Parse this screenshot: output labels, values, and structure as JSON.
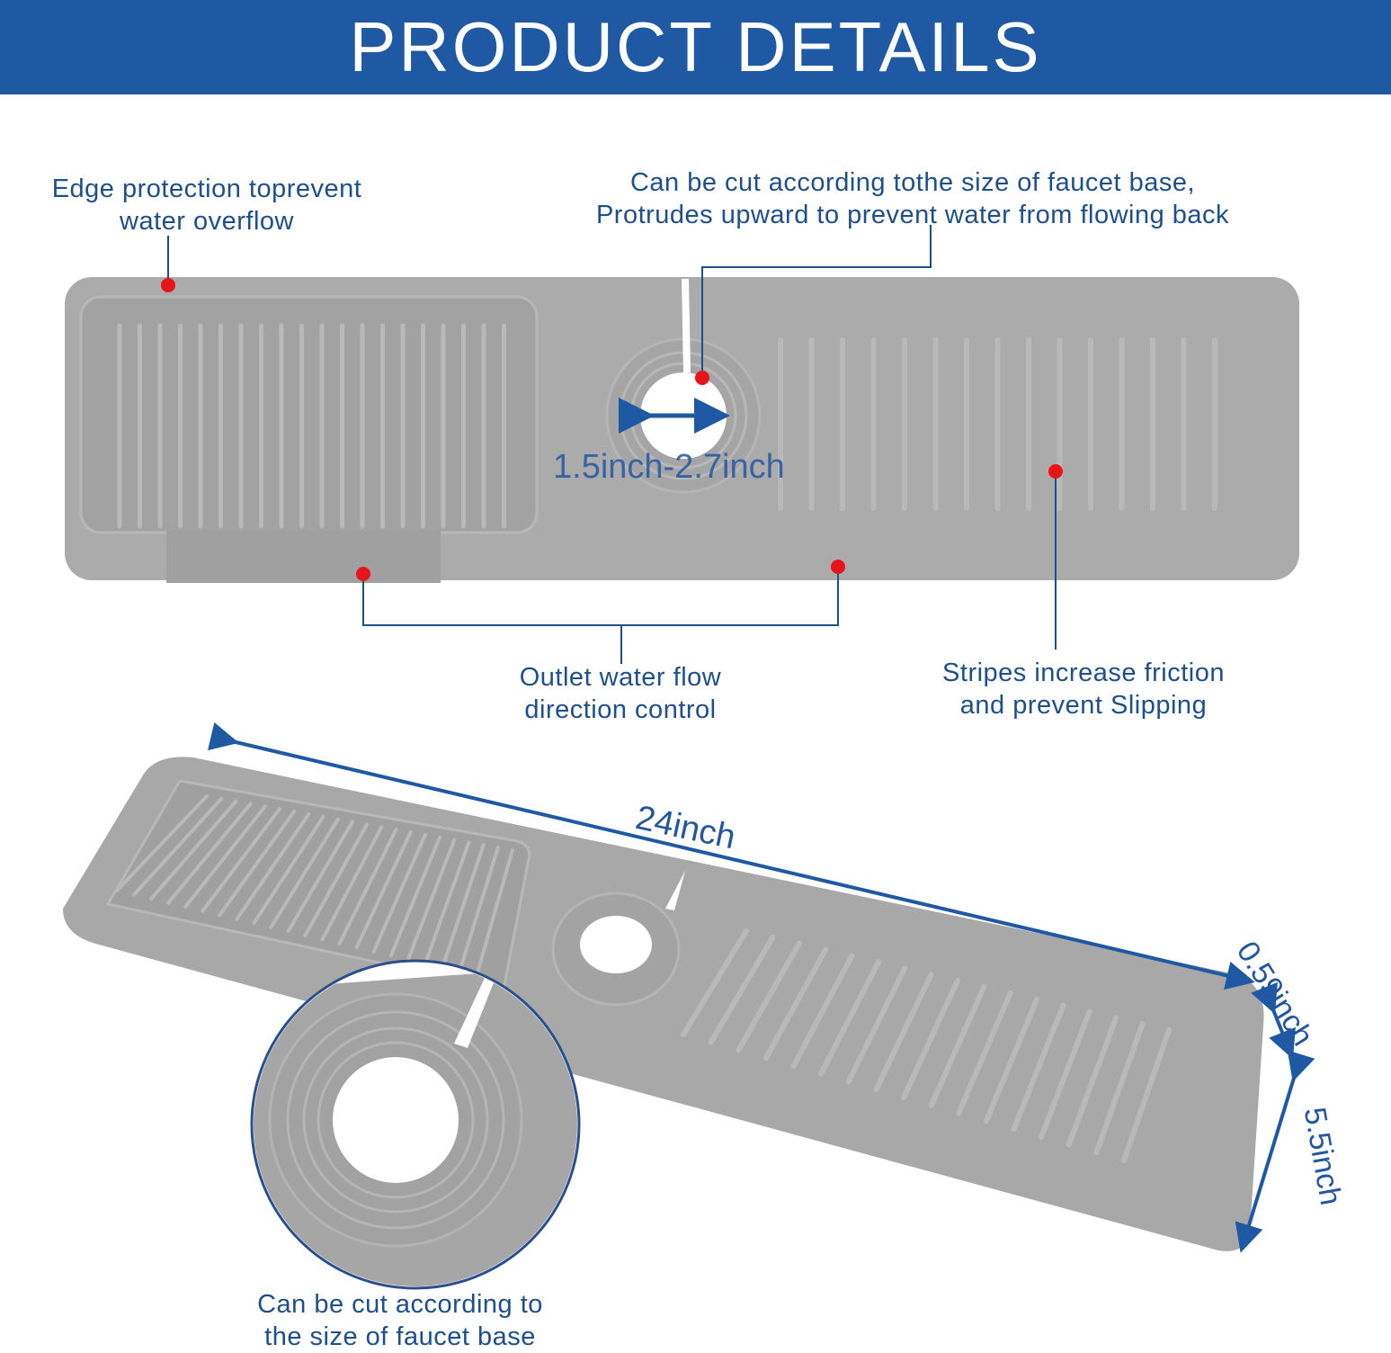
{
  "header": {
    "title": "PRODUCT DETAILS"
  },
  "callouts": {
    "edge_protection": [
      "Edge protection toprevent",
      "water overflow"
    ],
    "cut_faucet_top": [
      "Can be cut according tothe size of faucet base,",
      "Protrudes upward to prevent water from flowing back"
    ],
    "outlet": [
      "Outlet water flow",
      "direction control"
    ],
    "stripes": [
      "Stripes increase friction",
      "and prevent Slipping"
    ],
    "cut_faucet_bottom": [
      "Can be cut according to",
      "the size of faucet base"
    ]
  },
  "dimensions": {
    "hole_range": "1.5inch-2.7inch",
    "length": "24inch",
    "height": "0.59inch",
    "width": "5.5inch"
  },
  "colors": {
    "brand_blue": "#1f58a3",
    "text_blue": "#1f4f8b",
    "mat_gray": "#a9a9a9",
    "marker_red": "#e8141b"
  }
}
